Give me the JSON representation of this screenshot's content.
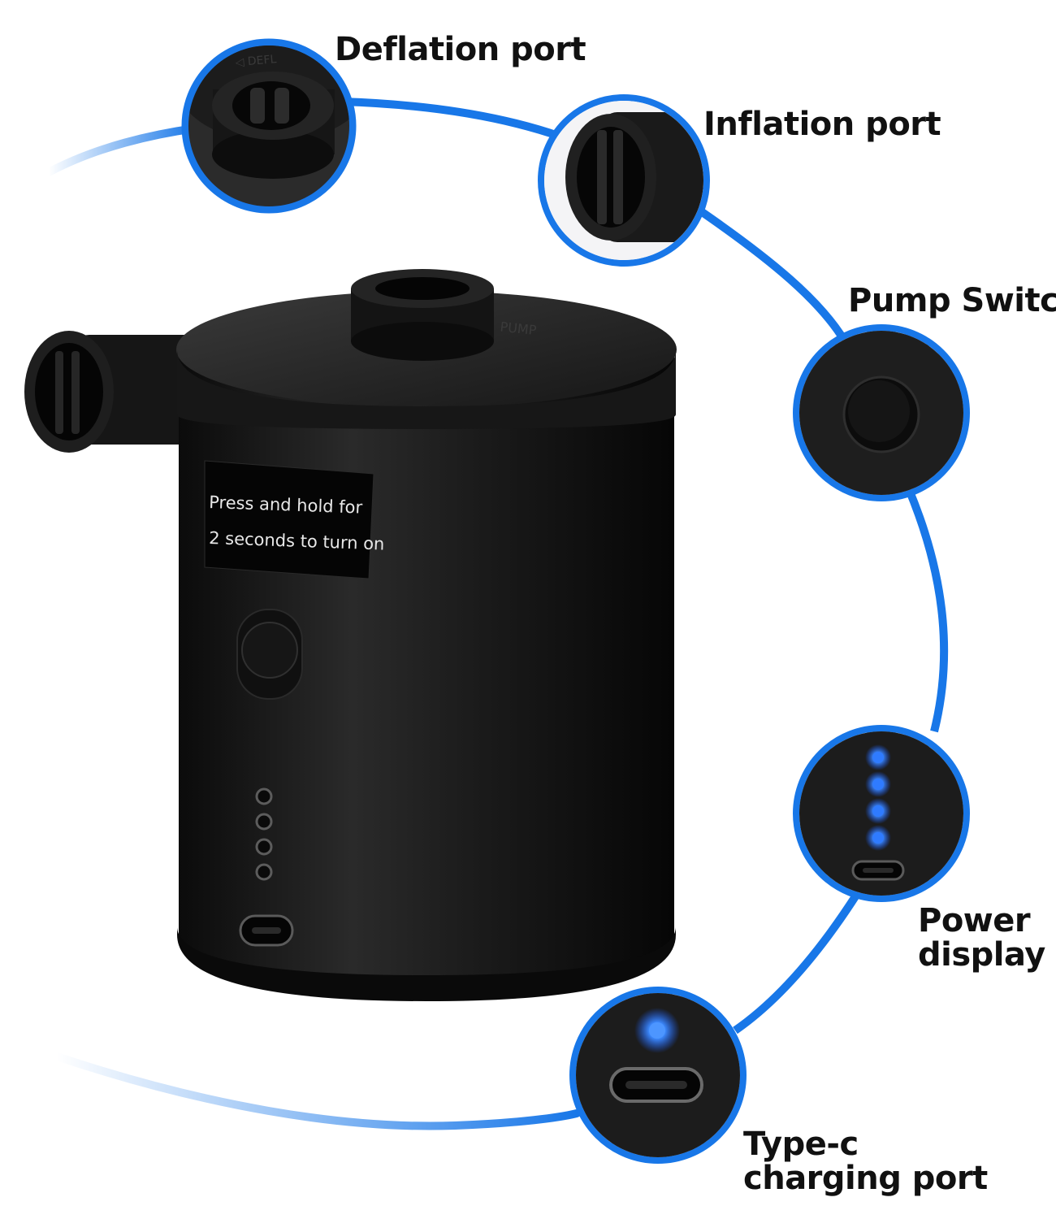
{
  "labels": {
    "deflation_port": "Deflation port",
    "inflation_port": "Inflation port",
    "pump_switch": "Pump Switch",
    "power_display_line1": "Power",
    "power_display_line2": "display",
    "typec_line1": "Type-c",
    "typec_line2": "charging port"
  },
  "sticker": {
    "line1": "Press and hold for",
    "line2": "2 seconds to turn on"
  },
  "colors": {
    "arc_blue": "#1877e8",
    "led_blue": "#2f7bff",
    "product_black": "#141414",
    "label_text": "#111111"
  },
  "power_display_leds_lit": 4,
  "icons": [
    "power-button-icon",
    "usb-c-port-icon",
    "battery-led-icon"
  ]
}
